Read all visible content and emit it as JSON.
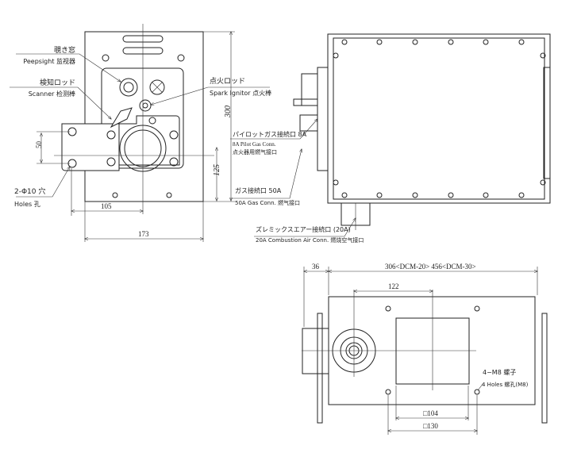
{
  "front_view": {
    "peepsight_jp": "覗き窓",
    "peepsight_en": "Peepsight 监视器",
    "scanner_jp": "検知ロッド",
    "scanner_en": "Scanner   检测棒",
    "ignitor_jp": "点火ロッド",
    "ignitor_en": "Spark Ignitor  点火棒",
    "holes_jp": "2-Φ10  穴",
    "holes_en": "Holes     孔",
    "dim_50": "50",
    "dim_105": "105",
    "dim_173": "173",
    "dim_300": "300",
    "dim_125": "125"
  },
  "side_view": {
    "pilot_gas_jp": "パイロットガス接続口  8A",
    "pilot_gas_en": "8A Pilot Gas Conn.",
    "pilot_gas_cn": "点火器用燃气接口",
    "gas_jp": "ガス接続口   50A",
    "gas_en": "50A Gas Conn.  燃气接口",
    "air_jp": "ズレミックスエアー接続口 (20A)",
    "air_en": "20A Combustion Air Conn.  燃烧空气接口"
  },
  "bottom_view": {
    "dim_36": "36",
    "dim_length": "306<DCM-20>  456<DCM-30>",
    "dim_122": "122",
    "holes_jp": "4−M8  螺子",
    "holes_en": "4 Holes  螺孔(M8)",
    "dim_104": "□104",
    "dim_130": "□130"
  }
}
